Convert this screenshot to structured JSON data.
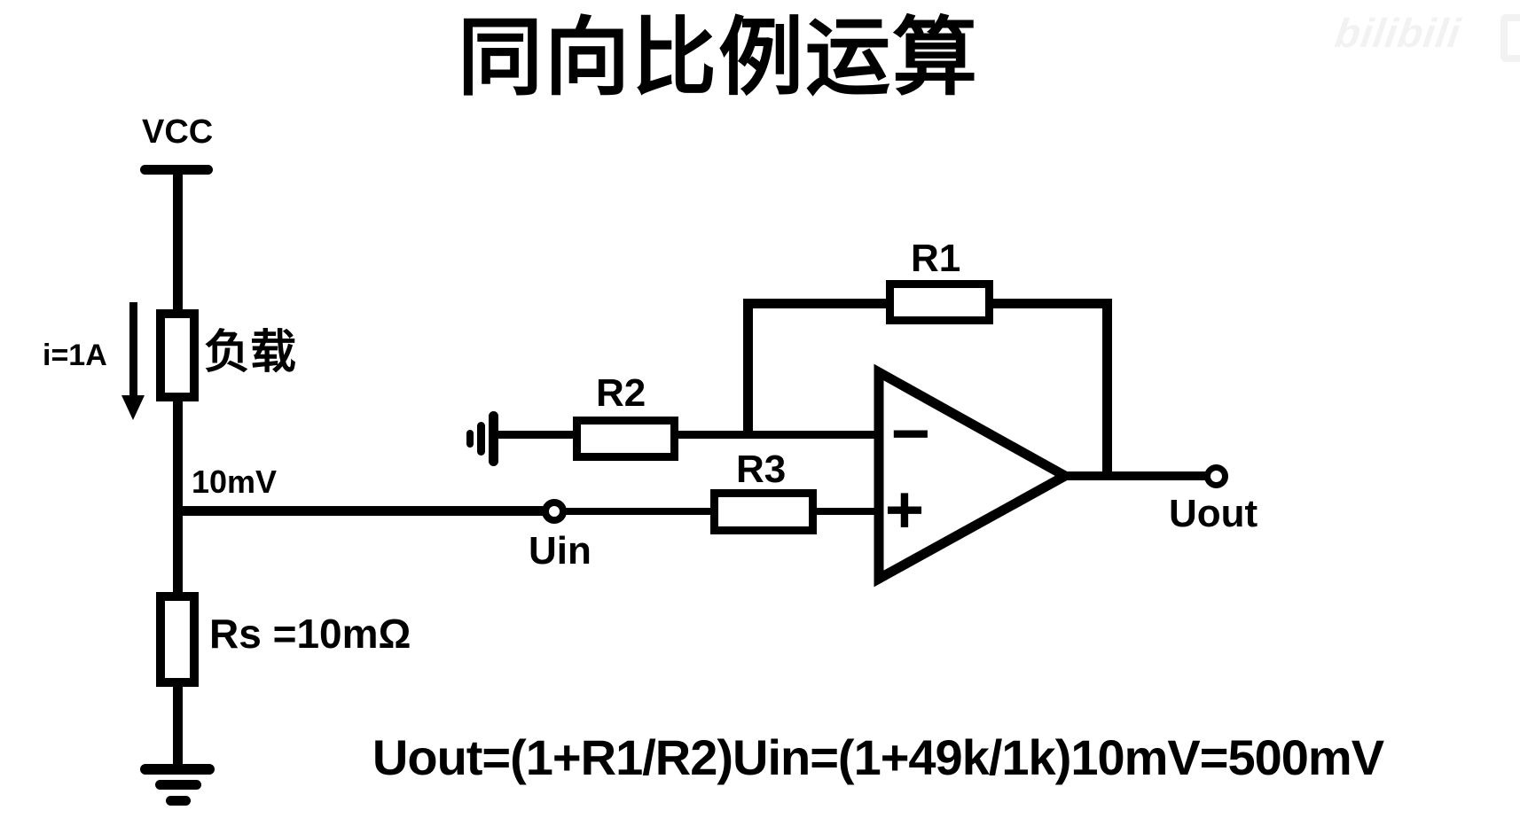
{
  "title": "同向比例运算",
  "watermark": "bilibili",
  "formula": "Uout=(1+R1/R2)Uin=(1+49k/1k)10mV=500mV",
  "supply": {
    "rail_label": "VCC",
    "current_label": "i=1A",
    "load_label": "负载",
    "node_voltage": "10mV",
    "sense_resistor_label": "Rs =10mΩ"
  },
  "amplifier": {
    "input_label": "Uin",
    "output_label": "Uout",
    "feedback_resistor": "R1",
    "ground_resistor": "R2",
    "input_resistor": "R3",
    "inverting_symbol": "−",
    "noninverting_symbol": "+"
  },
  "colors": {
    "ink": "#000000",
    "background": "#ffffff",
    "watermark": "#f2f2f2"
  }
}
